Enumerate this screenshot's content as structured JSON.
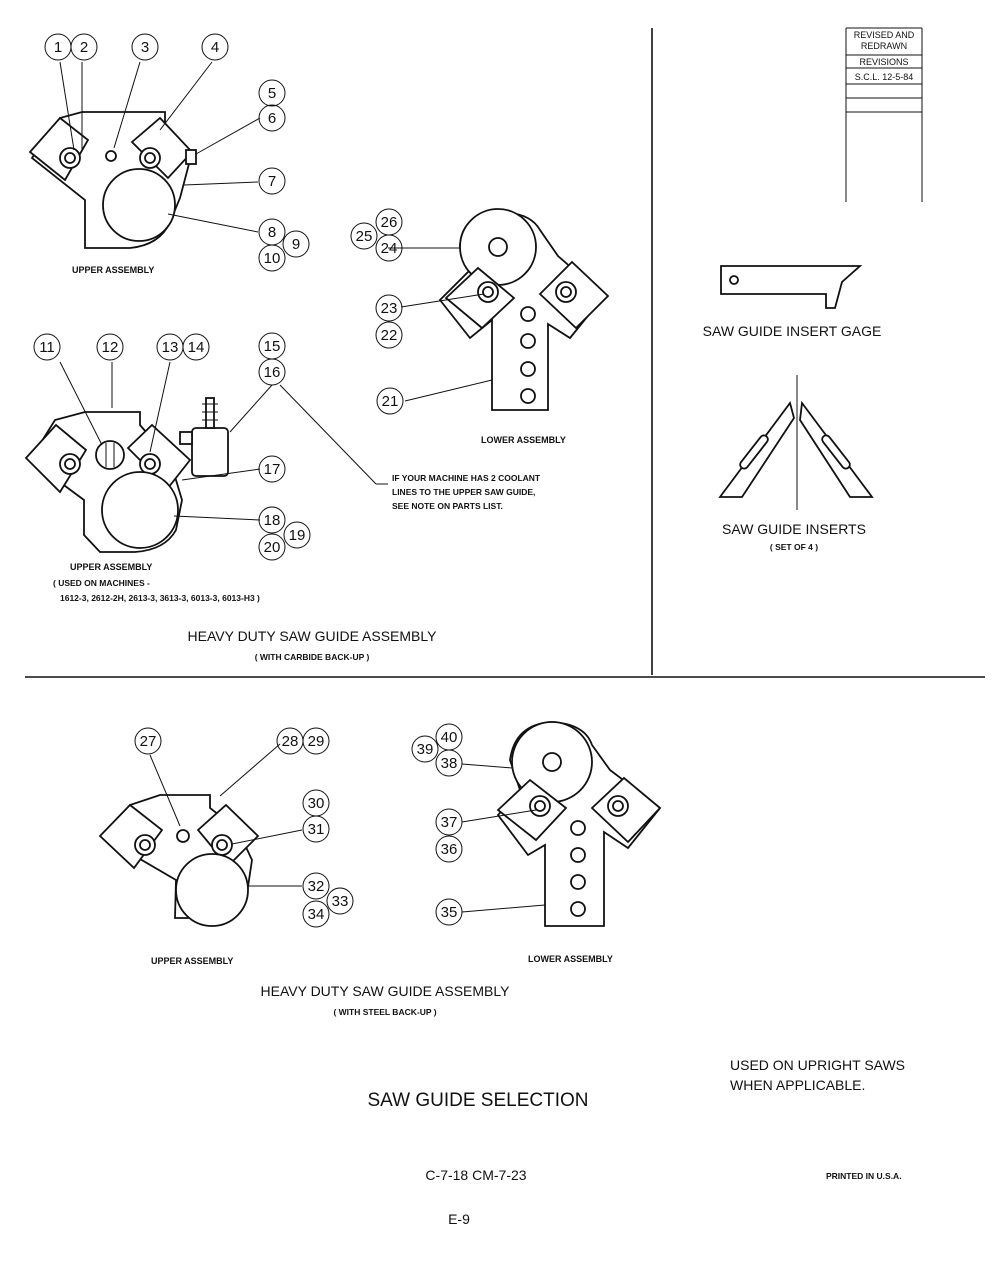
{
  "revision_block": {
    "line1": "REVISED AND",
    "line2": "REDRAWN",
    "line3": "REVISIONS",
    "line4": "S.C.L. 12-5-84"
  },
  "callouts": [
    "1",
    "2",
    "3",
    "4",
    "5",
    "6",
    "7",
    "8",
    "9",
    "10",
    "11",
    "12",
    "13",
    "14",
    "15",
    "16",
    "17",
    "18",
    "19",
    "20",
    "21",
    "22",
    "23",
    "24",
    "25",
    "26",
    "27",
    "28",
    "29",
    "30",
    "31",
    "32",
    "33",
    "34",
    "35",
    "36",
    "37",
    "38",
    "39",
    "40"
  ],
  "carbide": {
    "upper1_label": "UPPER ASSEMBLY",
    "lower_label": "LOWER ASSEMBLY",
    "upper2_label": "UPPER ASSEMBLY",
    "used_on_line1": "( USED ON MACHINES -",
    "used_on_line2": "1612-3, 2612-2H, 2613-3, 3613-3, 6013-3, 6013-H3 )",
    "note_line1": "IF YOUR MACHINE HAS 2 COOLANT",
    "note_line2": "LINES TO THE UPPER SAW GUIDE,",
    "note_line3": "SEE NOTE ON PARTS LIST.",
    "title": "HEAVY DUTY SAW GUIDE ASSEMBLY",
    "subtitle": "( WITH CARBIDE BACK-UP )"
  },
  "side": {
    "gage_label": "SAW GUIDE INSERT GAGE",
    "inserts_label": "SAW GUIDE INSERTS",
    "inserts_sub": "( SET OF 4 )"
  },
  "steel": {
    "upper_label": "UPPER ASSEMBLY",
    "lower_label": "LOWER ASSEMBLY",
    "title": "HEAVY DUTY SAW GUIDE ASSEMBLY",
    "subtitle": "( WITH STEEL BACK-UP )"
  },
  "footer": {
    "used_on_line1": "USED ON UPRIGHT SAWS",
    "used_on_line2": "WHEN APPLICABLE.",
    "main_title": "SAW GUIDE SELECTION",
    "drawing_numbers": "C-7-18   CM-7-23",
    "printed": "PRINTED IN U.S.A.",
    "page": "E-9"
  }
}
